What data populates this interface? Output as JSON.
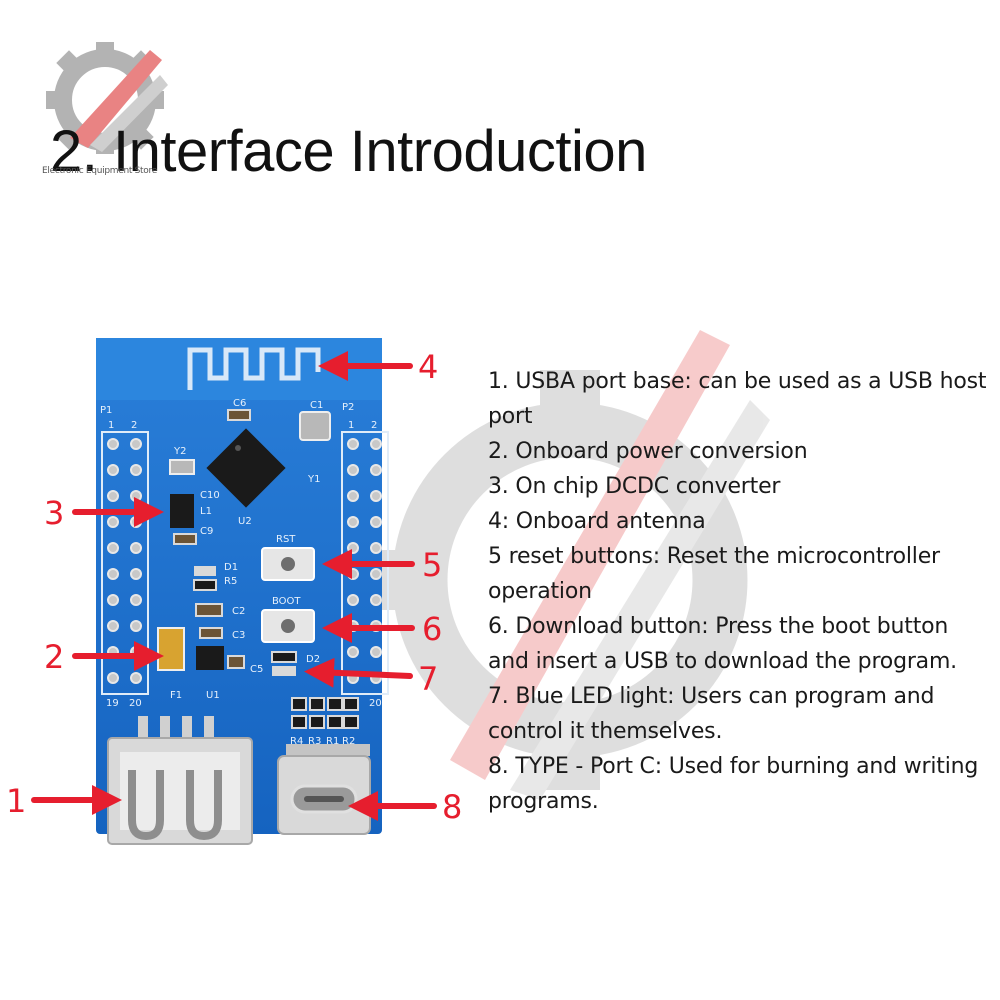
{
  "title": "2. Interface Introduction",
  "brand_small": "Electronic Equipment Store",
  "colors": {
    "callout_red": "#e61e2e",
    "pcb_blue": "#1a6fcf",
    "text": "#1a1a1a"
  },
  "board_labels": {
    "p1": "P1",
    "p2": "P2",
    "pin_1": "1",
    "pin_2": "2",
    "pin_19": "19",
    "pin_20": "20",
    "c6": "C6",
    "c1": "C1",
    "y2": "Y2",
    "y1": "Y1",
    "u2": "U2",
    "c10": "C10",
    "l1": "L1",
    "c9": "C9",
    "d1": "D1",
    "r5": "R5",
    "rst": "RST",
    "boot": "BOOT",
    "c2": "C2",
    "c3": "C3",
    "c5": "C5",
    "d2": "D2",
    "f1": "F1",
    "u1": "U1",
    "r4": "R4",
    "r3": "R3",
    "r1": "R1",
    "r2": "R2"
  },
  "callouts": [
    {
      "number": "1",
      "target": "usb-a-port"
    },
    {
      "number": "2",
      "target": "power-conversion"
    },
    {
      "number": "3",
      "target": "dcdc-converter"
    },
    {
      "number": "4",
      "target": "onboard-antenna"
    },
    {
      "number": "5",
      "target": "reset-button"
    },
    {
      "number": "6",
      "target": "boot-button"
    },
    {
      "number": "7",
      "target": "blue-led"
    },
    {
      "number": "8",
      "target": "usb-c-port"
    }
  ],
  "descriptions": [
    "1. USBA port base: can be used as a USB host port",
    "2. Onboard power conversion",
    "3. On chip DCDC converter",
    "4: Onboard antenna",
    "5 reset buttons: Reset the microcontroller operation",
    "6. Download button: Press the boot button and insert a USB to download the program.",
    "7. Blue LED light: Users can program and control it themselves.",
    "8. TYPE - Port C: Used for burning and writing programs."
  ]
}
